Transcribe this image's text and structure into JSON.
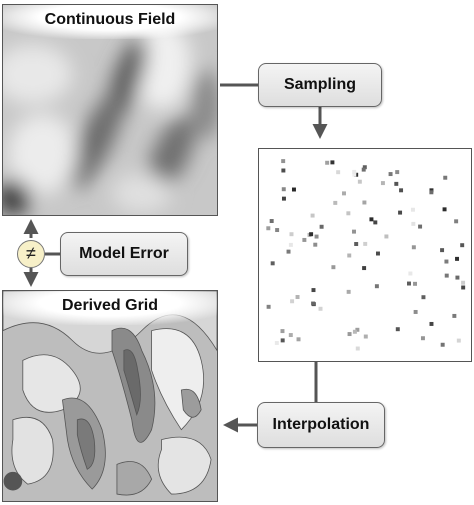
{
  "panels": {
    "continuous_field": "Continuous Field",
    "derived_grid": "Derived Grid"
  },
  "steps": {
    "sampling": "Sampling",
    "interpolation": "Interpolation",
    "model_error": "Model Error"
  },
  "symbols": {
    "not_equal": "≠"
  },
  "colors": {
    "box_border": "#666666",
    "arrow": "#555555",
    "neq_fill": "#f7f0c8"
  }
}
